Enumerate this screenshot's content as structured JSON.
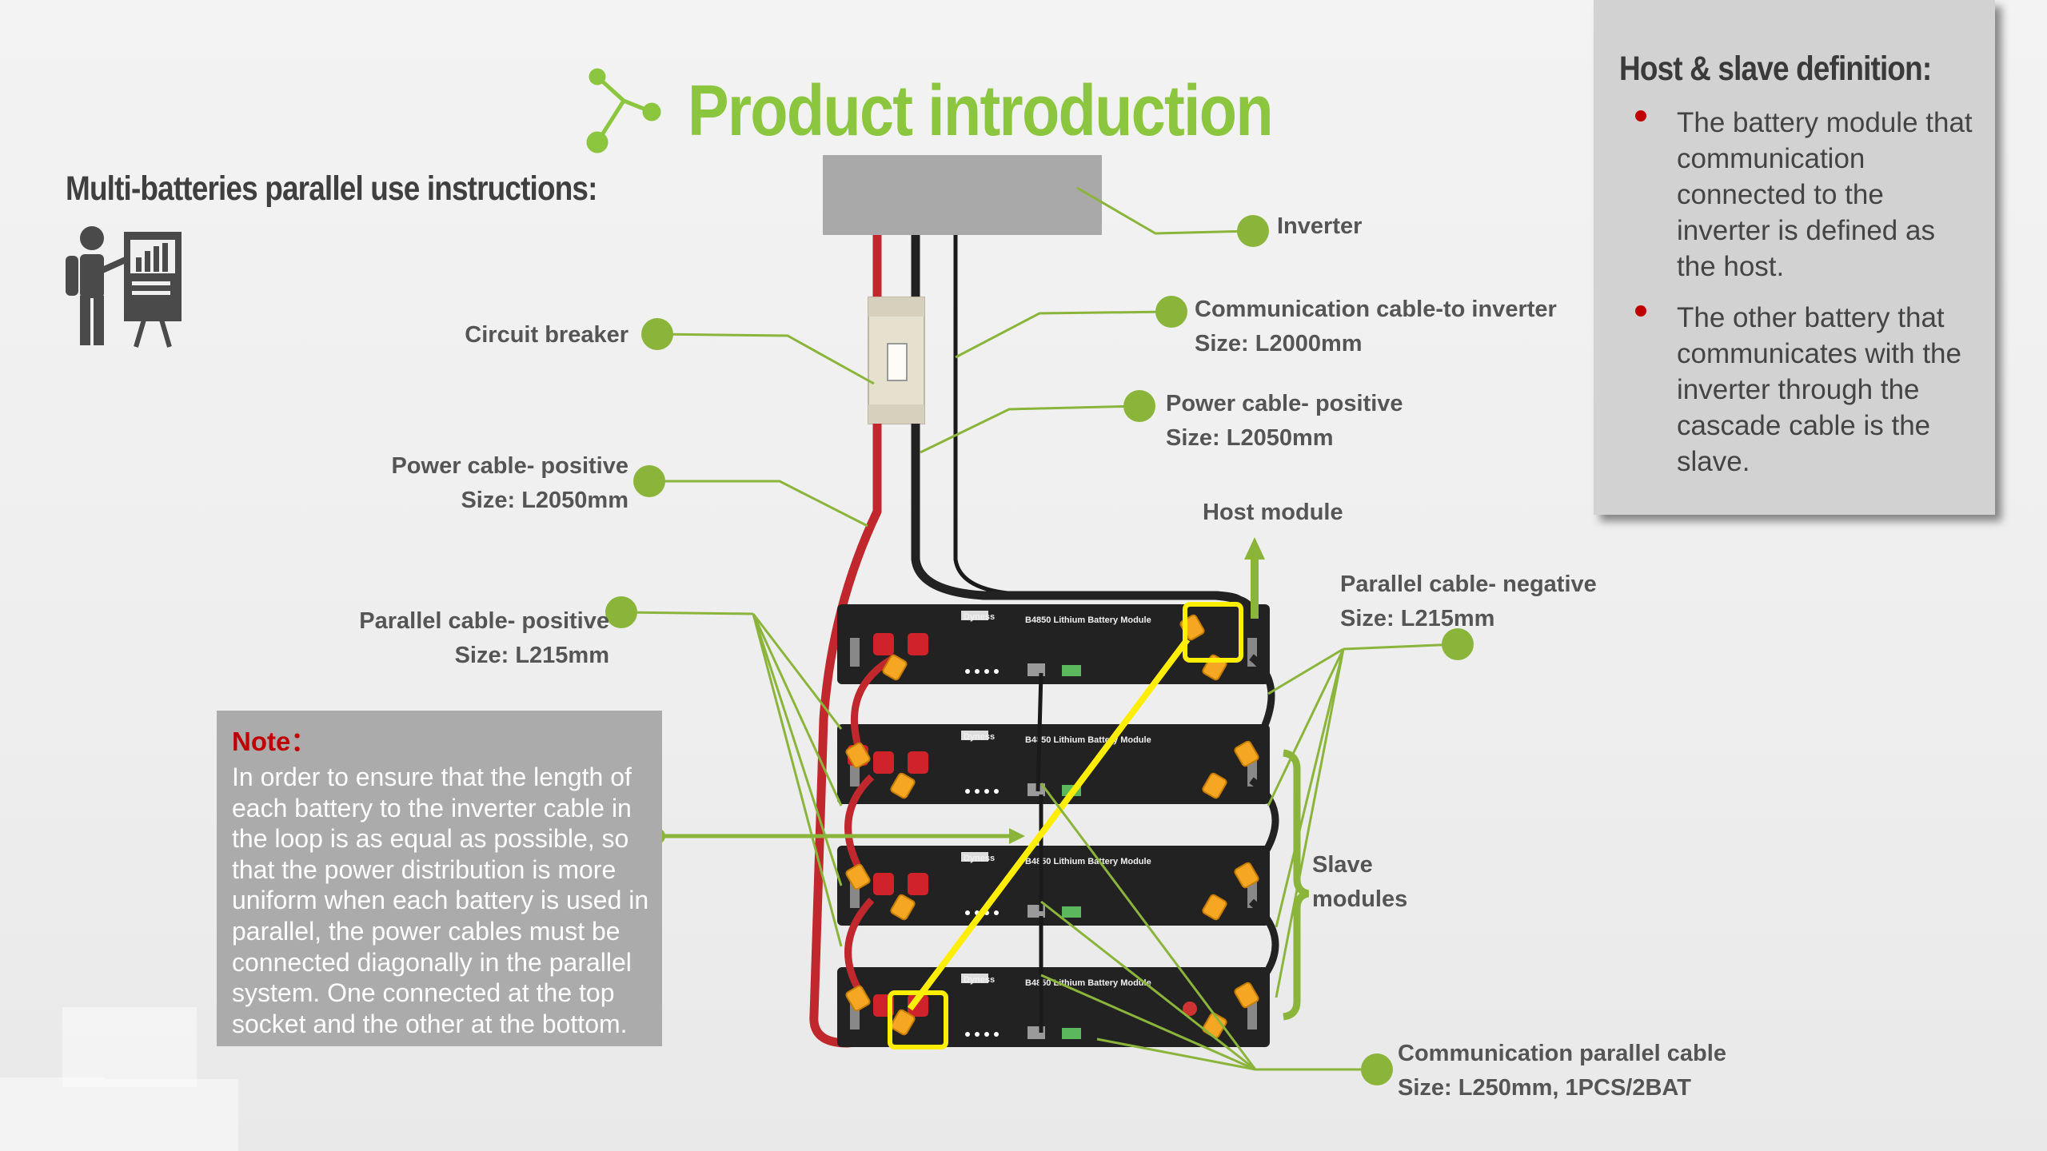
{
  "header": {
    "title": "Product introduction",
    "subtitle": "Multi-batteries parallel use instructions:"
  },
  "labels": {
    "inverter": "Inverter",
    "comm_inverter": "Communication cable-to inverter",
    "comm_inverter_size": "Size: L2000mm",
    "power_pos_right": "Power cable- positive",
    "power_pos_right_size": "Size: L2050mm",
    "circuit_breaker": "Circuit breaker",
    "power_pos_left": "Power cable- positive",
    "power_pos_left_size": "Size: L2050mm",
    "host_module": "Host module",
    "parallel_pos": "Parallel cable- positive",
    "parallel_pos_size": "Size: L215mm",
    "parallel_neg": "Parallel cable- negative",
    "parallel_neg_size": "Size: L215mm",
    "slave_line1": "Slave",
    "slave_line2": "modules",
    "comm_parallel": "Communication parallel cable",
    "comm_parallel_size": "Size: L250mm, 1PCS/2BAT"
  },
  "note": {
    "title": "Note：",
    "text": "In order to ensure that the length of each battery to the inverter cable in the loop is as equal as possible, so that the power distribution is more uniform when each battery is used in parallel, the power cables must be connected diagonally in the parallel system. One connected at the top socket and the other at the bottom."
  },
  "definition": {
    "title": "Host & slave definition:",
    "items": [
      "The battery module that communication connected to the inverter is defined as the host.",
      "The other battery that communicates with the inverter through the cascade cable is the slave."
    ]
  },
  "battery": {
    "brand": "Dyness",
    "host_model": "B4850 Lithium Battery Module",
    "slave_model": "B4850 Lithium Battery Module"
  },
  "colors": {
    "accent_green": "#8cc63f",
    "callout_line": "#8ab53a",
    "power_red": "#c0282d",
    "highlight_yellow": "#ffee00",
    "connector_orange": "#f5a623",
    "note_title_red": "#c00000"
  },
  "icons": [
    "connector-icon",
    "presenter-icon"
  ]
}
